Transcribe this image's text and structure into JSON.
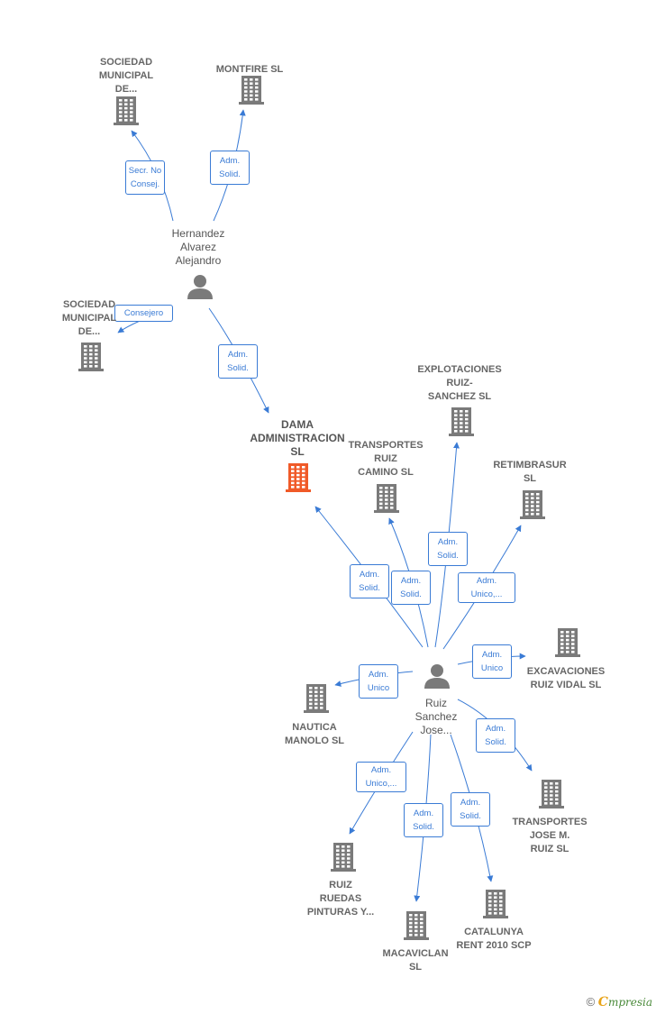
{
  "colors": {
    "company": "#7a7a7a",
    "focus": "#f05a28",
    "person": "#7a7a7a",
    "edge": "#3a7bd5"
  },
  "nodes": [
    {
      "id": "soc1",
      "kind": "company",
      "label": "SOCIEDAD\nMUNICIPAL\nDE..."
    },
    {
      "id": "montfire",
      "kind": "company",
      "label": "MONTFIRE  SL"
    },
    {
      "id": "hernandez",
      "kind": "person",
      "label": "Hernandez\nAlvarez\nAlejandro"
    },
    {
      "id": "soc2",
      "kind": "company",
      "label": "SOCIEDAD\nMUNICIPAL\nDE..."
    },
    {
      "id": "dama",
      "kind": "focus",
      "label": "DAMA\nADMINISTRACION\nSL"
    },
    {
      "id": "transruiz",
      "kind": "company",
      "label": "TRANSPORTES\nRUIZ\nCAMINO  SL"
    },
    {
      "id": "explot",
      "kind": "company",
      "label": "EXPLOTACIONES\nRUIZ-\nSANCHEZ SL"
    },
    {
      "id": "retimbrasur",
      "kind": "company",
      "label": "RETIMBRASUR\nSL"
    },
    {
      "id": "excav",
      "kind": "company",
      "label": "EXCAVACIONES\nRUIZ VIDAL SL"
    },
    {
      "id": "ruizsanchez",
      "kind": "person",
      "label": "Ruiz\nSanchez\nJose..."
    },
    {
      "id": "nautica",
      "kind": "company",
      "label": "NAUTICA\nMANOLO SL"
    },
    {
      "id": "transjose",
      "kind": "company",
      "label": "TRANSPORTES\nJOSE M.\nRUIZ  SL"
    },
    {
      "id": "ruedas",
      "kind": "company",
      "label": "RUIZ\nRUEDAS\nPINTURAS Y..."
    },
    {
      "id": "catalunya",
      "kind": "company",
      "label": "CATALUNYA\nRENT 2010 SCP"
    },
    {
      "id": "macaviclan",
      "kind": "company",
      "label": "MACAVICLAN\nSL"
    }
  ],
  "edges": [
    {
      "from": "hernandez",
      "to": "soc1",
      "label": "Secr.  No\nConsej."
    },
    {
      "from": "hernandez",
      "to": "montfire",
      "label": "Adm.\nSolid."
    },
    {
      "from": "hernandez",
      "to": "soc2",
      "label": "Consejero"
    },
    {
      "from": "hernandez",
      "to": "dama",
      "label": "Adm.\nSolid."
    },
    {
      "from": "ruizsanchez",
      "to": "dama",
      "label": "Adm.\nSolid."
    },
    {
      "from": "ruizsanchez",
      "to": "transruiz",
      "label": "Adm.\nSolid."
    },
    {
      "from": "ruizsanchez",
      "to": "explot",
      "label": "Adm.\nSolid."
    },
    {
      "from": "ruizsanchez",
      "to": "retimbrasur",
      "label": "Adm.\nUnico,..."
    },
    {
      "from": "ruizsanchez",
      "to": "excav",
      "label": "Adm.\nUnico"
    },
    {
      "from": "ruizsanchez",
      "to": "nautica",
      "label": "Adm.\nUnico"
    },
    {
      "from": "ruizsanchez",
      "to": "transjose",
      "label": "Adm.\nSolid."
    },
    {
      "from": "ruizsanchez",
      "to": "ruedas",
      "label": "Adm.\nUnico,..."
    },
    {
      "from": "ruizsanchez",
      "to": "macaviclan",
      "label": "Adm.\nSolid."
    },
    {
      "from": "ruizsanchez",
      "to": "catalunya",
      "label": "Adm.\nSolid."
    }
  ],
  "footer": {
    "copyright": "©",
    "brand_initial": "C",
    "brand_rest": "mpresia"
  }
}
